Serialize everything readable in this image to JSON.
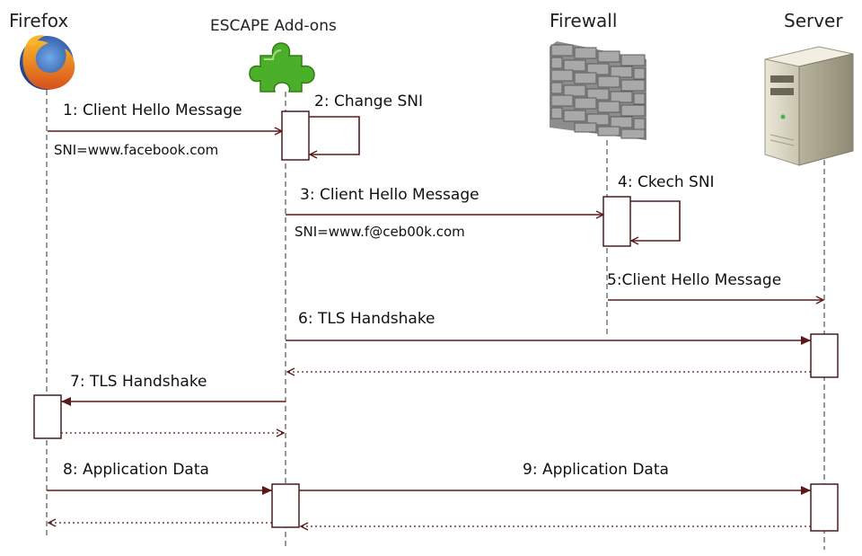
{
  "participants": {
    "firefox": {
      "label": "Firefox",
      "icon": "firefox-logo-icon"
    },
    "escape": {
      "label": "ESCAPE Add-ons",
      "icon": "puzzle-piece-icon"
    },
    "firewall": {
      "label": "Firewall",
      "icon": "brick-wall-icon"
    },
    "server": {
      "label": "Server",
      "icon": "server-tower-icon"
    }
  },
  "messages": {
    "m1": {
      "label": "1: Client Hello Message",
      "detail": "SNI=www.facebook.com"
    },
    "m2": {
      "label": "2: Change SNI"
    },
    "m3": {
      "label": "3: Client Hello Message",
      "detail": "SNI=www.f@ceb00k.com"
    },
    "m4": {
      "label": "4: Ckech SNI"
    },
    "m5": {
      "label": "5:Client Hello Message"
    },
    "m6": {
      "label": "6: TLS Handshake"
    },
    "m7": {
      "label": "7: TLS Handshake"
    },
    "m8": {
      "label": "8: Application Data"
    },
    "m9": {
      "label": "9: Application Data"
    }
  },
  "colors": {
    "arrow": "#5a1a1a",
    "activation_border": "#3a0f0f",
    "lifeline": "#555555"
  }
}
